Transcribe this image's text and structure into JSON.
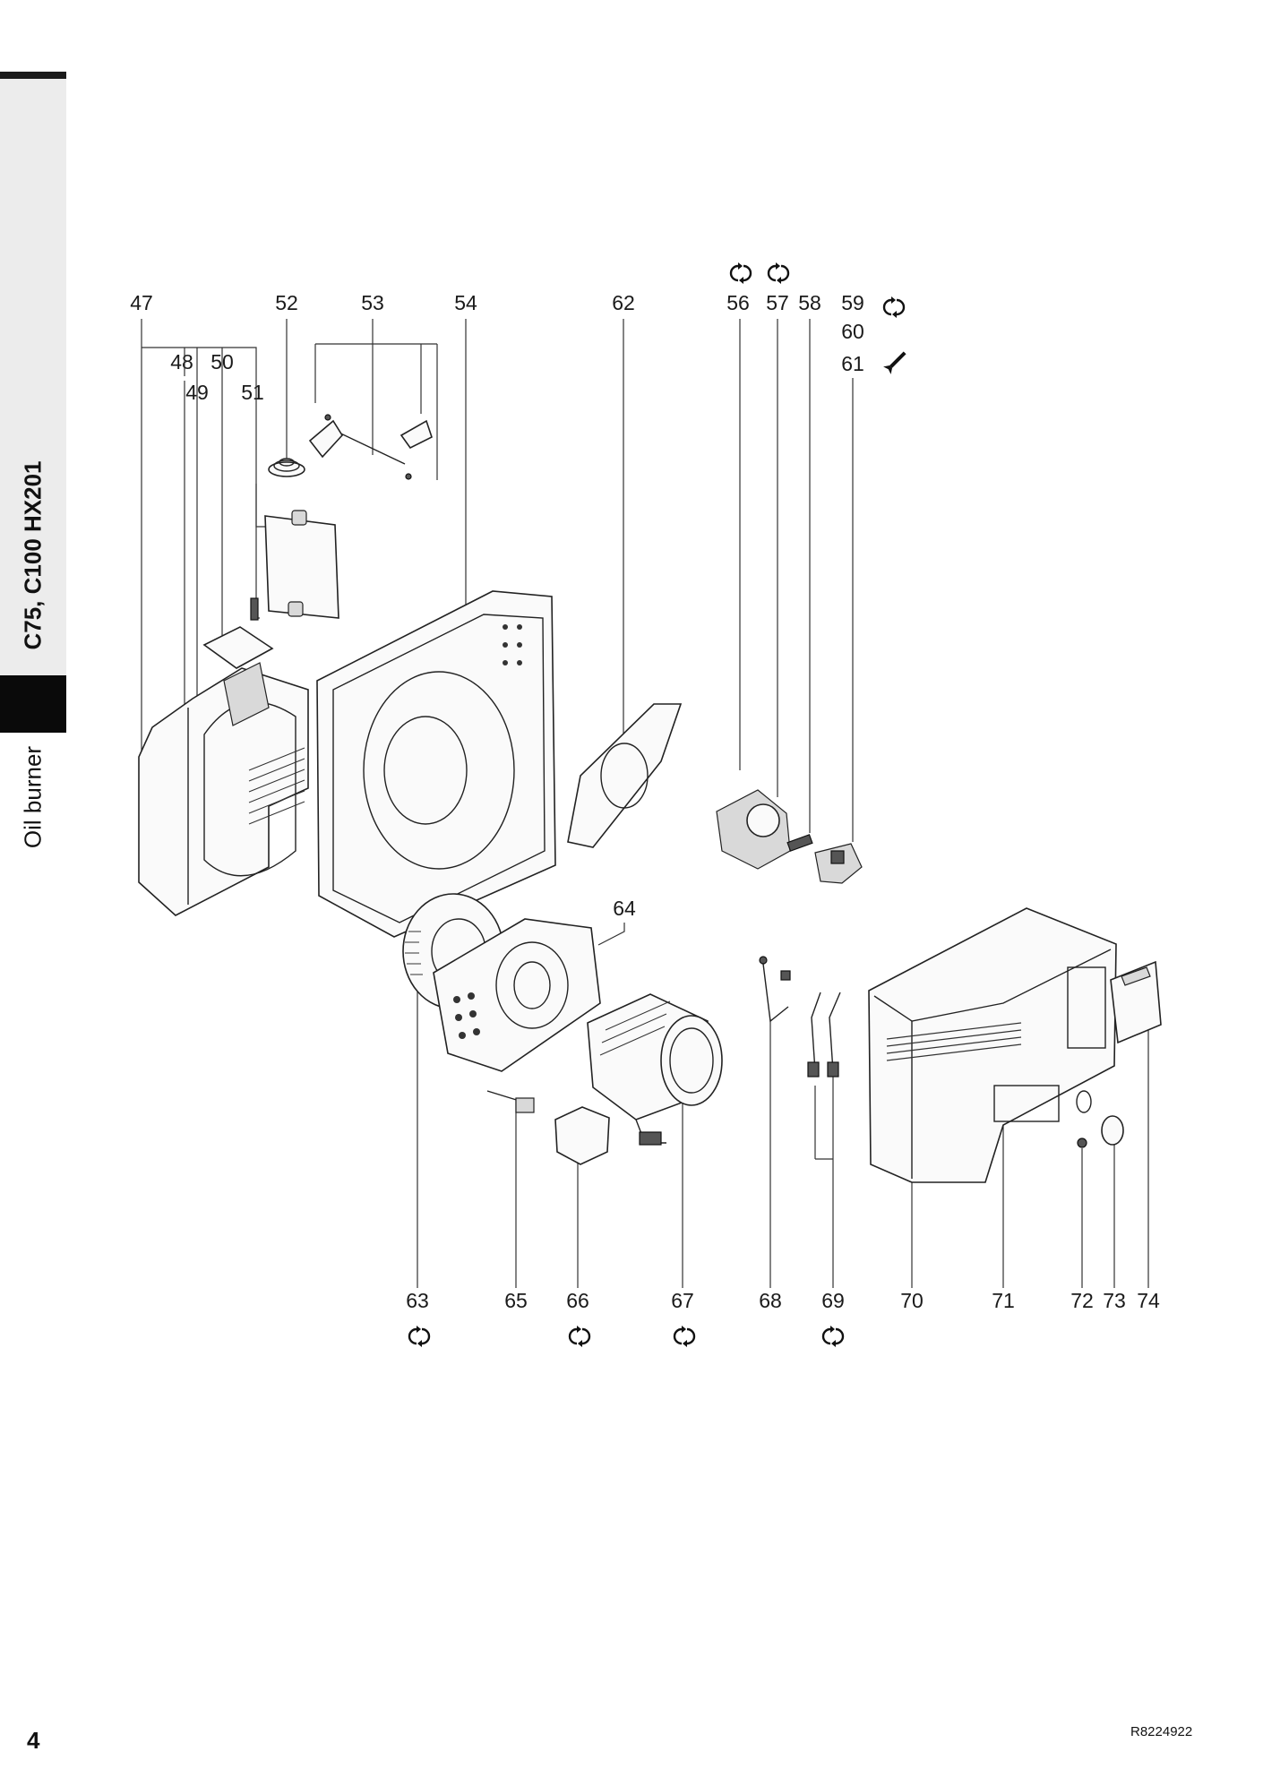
{
  "side_tab": {
    "model": "C75, C100 HX201",
    "section": "Oil burner"
  },
  "page": {
    "number": "4",
    "doc_code": "R8224922"
  },
  "callouts": {
    "c47": "47",
    "c48": "48",
    "c49": "49",
    "c50": "50",
    "c51": "51",
    "c52": "52",
    "c53": "53",
    "c54": "54",
    "c56": "56",
    "c57": "57",
    "c58": "58",
    "c59": "59",
    "c60": "60",
    "c61": "61",
    "c62": "62",
    "c63": "63",
    "c64": "64",
    "c65": "65",
    "c66": "66",
    "c67": "67",
    "c68": "68",
    "c69": "69",
    "c70": "70",
    "c71": "71",
    "c72": "72",
    "c73": "73",
    "c74": "74"
  },
  "icons": {
    "recommended_spare": "rotate-arrows-icon",
    "service_tool": "wrench-icon"
  }
}
